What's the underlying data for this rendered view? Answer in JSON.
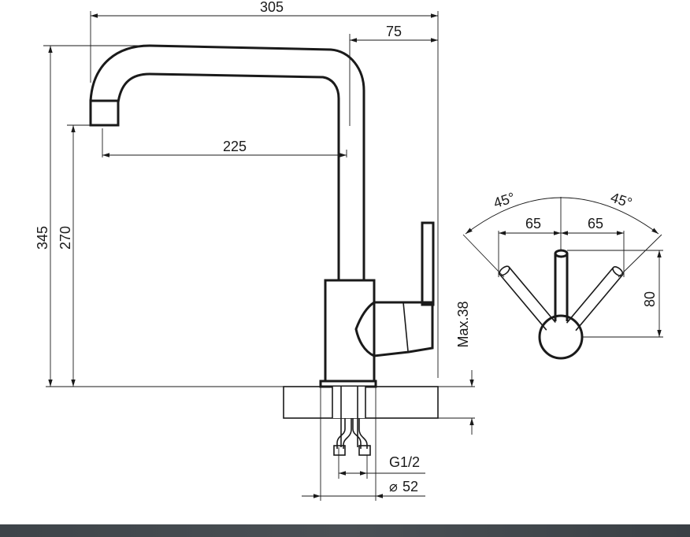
{
  "faucet_drawing": {
    "dimensions": {
      "overall_width": "305",
      "spout_offset": "75",
      "spout_reach": "225",
      "overall_height": "345",
      "spout_height": "270",
      "max_deck_thickness": "Max.38",
      "thread_size": "G1/2",
      "base_diameter": "52"
    },
    "handle_view": {
      "angle_left": "45°",
      "angle_right": "45°",
      "travel_left": "65",
      "travel_right": "65",
      "handle_height": "80"
    },
    "diameter_symbol": "⌀"
  },
  "colors": {
    "line": "#1a1a1a",
    "bottom_bar": "#454b50"
  }
}
